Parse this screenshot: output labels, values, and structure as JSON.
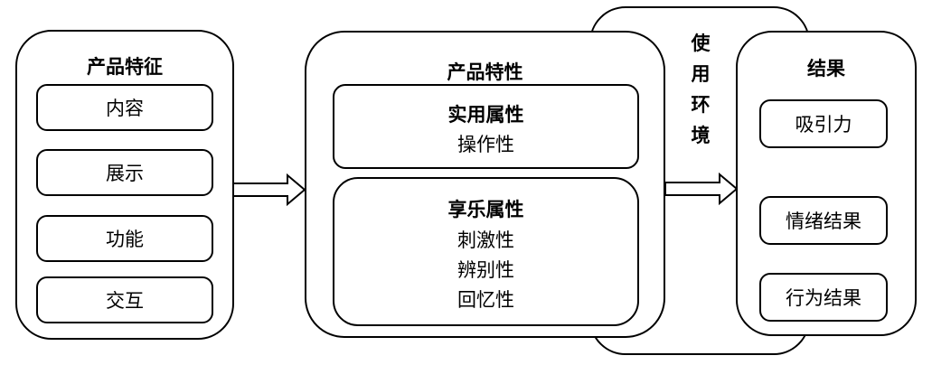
{
  "features": {
    "title": "产品特征",
    "items": [
      "内容",
      "展示",
      "功能",
      "交互"
    ]
  },
  "properties": {
    "title": "产品特性",
    "utilitarian": {
      "title": "实用属性",
      "items": [
        "操作性"
      ]
    },
    "hedonic": {
      "title": "享乐属性",
      "items": [
        "刺激性",
        "辨别性",
        "回忆性"
      ]
    }
  },
  "environment": {
    "chars": [
      "使",
      "用",
      "环",
      "境"
    ]
  },
  "outcomes": {
    "title": "结果",
    "items": [
      "吸引力",
      "情绪结果",
      "行为结果"
    ]
  }
}
